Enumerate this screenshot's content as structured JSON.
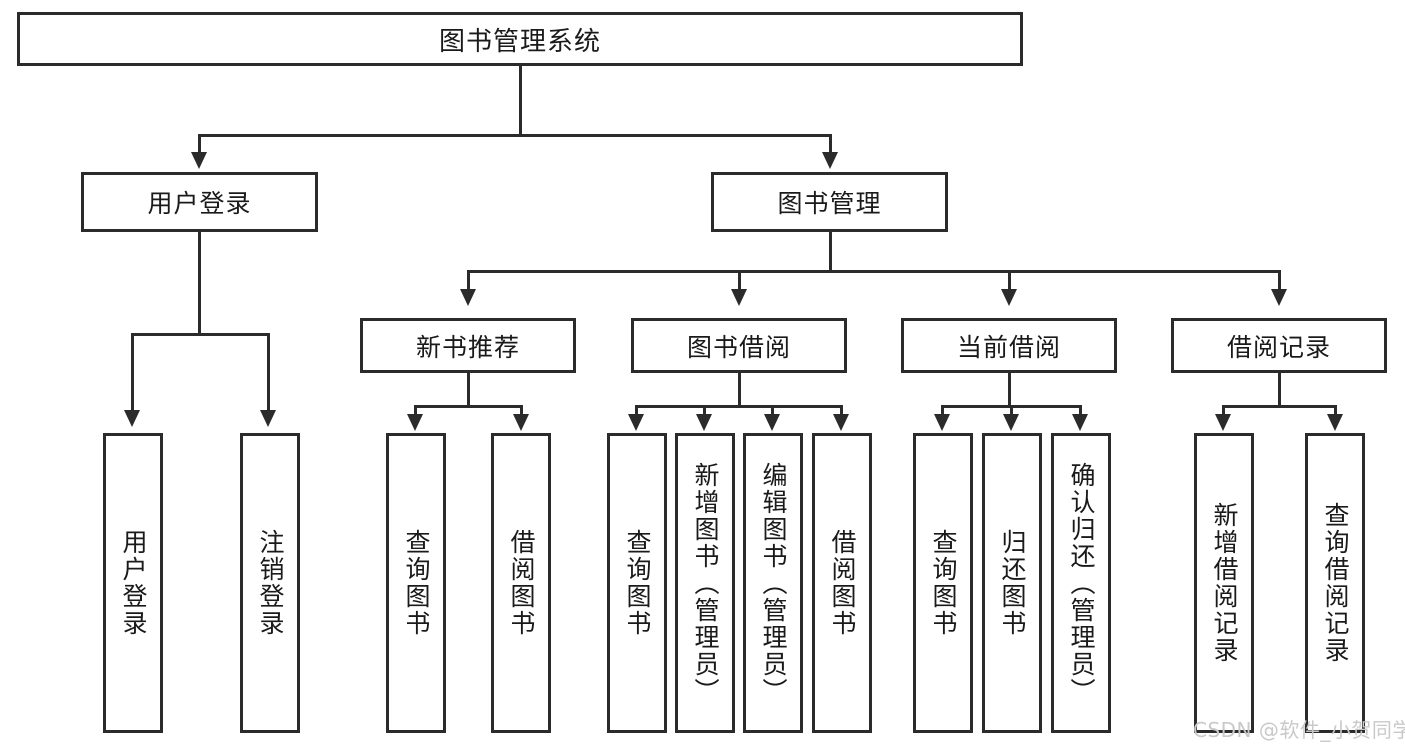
{
  "diagram": {
    "type": "tree-hierarchy-chart",
    "title": "图书管理系统",
    "watermark": "CSDN @软件_小贺同学",
    "colors": {
      "stroke": "#2b2b2b",
      "fill": "#ffffff",
      "text": "#1a1a1a",
      "watermark": "#c9c9c9"
    },
    "root": {
      "label": "图书管理系统"
    },
    "level2": [
      {
        "id": "user-login",
        "label": "用户登录"
      },
      {
        "id": "book-manage",
        "label": "图书管理"
      }
    ],
    "level3": [
      {
        "id": "new-book-recommend",
        "label": "新书推荐",
        "parent": "book-manage"
      },
      {
        "id": "book-borrow",
        "label": "图书借阅",
        "parent": "book-manage"
      },
      {
        "id": "current-borrow",
        "label": "当前借阅",
        "parent": "book-manage"
      },
      {
        "id": "borrow-record",
        "label": "借阅记录",
        "parent": "book-manage"
      }
    ],
    "leaves": {
      "user_login": [
        {
          "id": "leaf-user-login",
          "label": "用户登录"
        },
        {
          "id": "leaf-logout-login",
          "label": "注销登录"
        }
      ],
      "new_book_recommend": [
        {
          "id": "leaf-query-book-1",
          "label": "查询图书"
        },
        {
          "id": "leaf-borrow-book-1",
          "label": "借阅图书"
        }
      ],
      "book_borrow": [
        {
          "id": "leaf-query-book-2",
          "label": "查询图书"
        },
        {
          "id": "leaf-add-book",
          "label": "新增图书（管理员）"
        },
        {
          "id": "leaf-edit-book",
          "label": "编辑图书（管理员）"
        },
        {
          "id": "leaf-borrow-book-2",
          "label": "借阅图书"
        }
      ],
      "current_borrow": [
        {
          "id": "leaf-query-book-3",
          "label": "查询图书"
        },
        {
          "id": "leaf-return-book",
          "label": "归还图书"
        },
        {
          "id": "leaf-confirm-return",
          "label": "确认归还（管理员）"
        }
      ],
      "borrow_record": [
        {
          "id": "leaf-add-record",
          "label": "新增借阅记录"
        },
        {
          "id": "leaf-query-record",
          "label": "查询借阅记录"
        }
      ]
    }
  }
}
